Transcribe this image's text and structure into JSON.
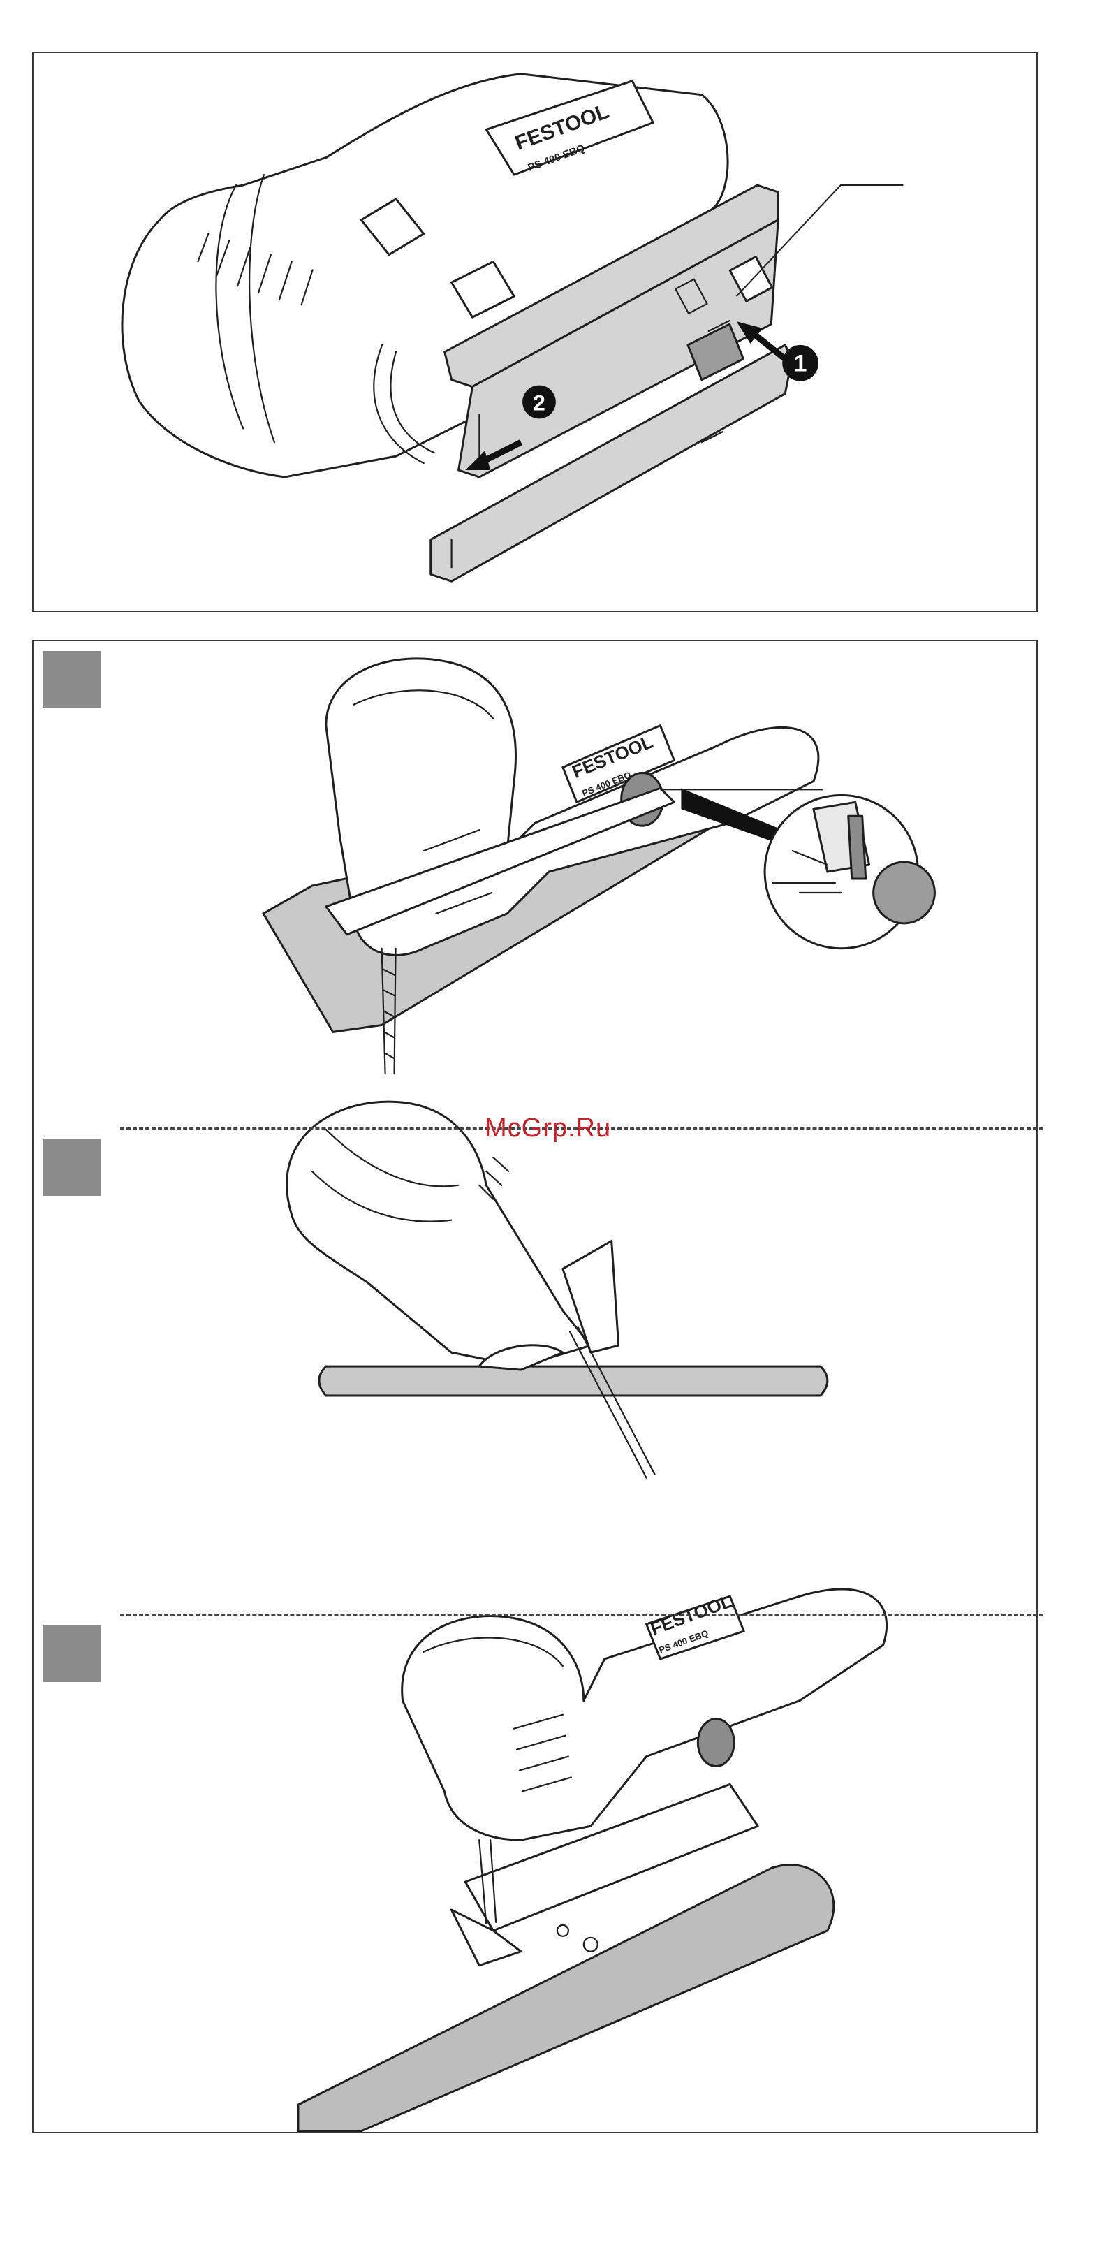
{
  "figure1": {
    "brand_label": "FESTOOL",
    "model_label": "PS 400 EBQ",
    "step_1": "1",
    "step_2": "2"
  },
  "figure2": {
    "watermark": "McGrp.Ru",
    "panel_a": {
      "brand_label": "FESTOOL",
      "model_label": "PS 400 EBQ"
    },
    "panel_b": {},
    "panel_c": {
      "brand_label": "FESTOOL",
      "model_label": "PS 400 EBQ"
    }
  },
  "colors": {
    "frame": "#3a3a3a",
    "marker": "#8b8b8b",
    "plate": "#d4d4d4",
    "workpiece": "#c9c9c9",
    "watermark": "#c0242b"
  }
}
